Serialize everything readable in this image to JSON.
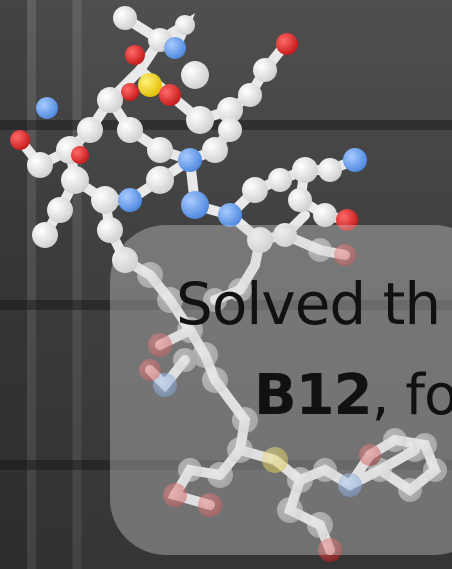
{
  "image": {
    "subject": "vitamin-b12-molecule-icon",
    "colors": {
      "atom_white": "#eeeeee",
      "atom_red": "#e02020",
      "atom_blue": "#5b9bef",
      "atom_yellow": "#f2cf00"
    }
  },
  "caption": {
    "line1": "Solved th",
    "line2_bold": "B12",
    "line2_rest": ", fo"
  }
}
